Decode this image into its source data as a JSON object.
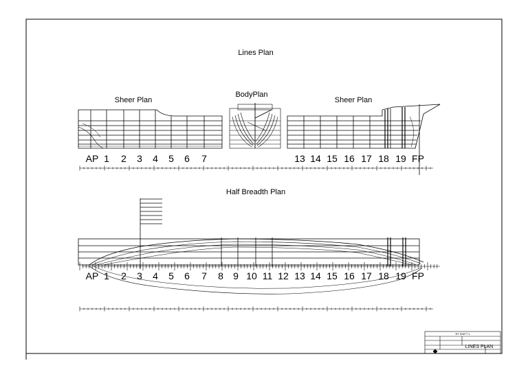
{
  "drawing": {
    "main_title": "Lines Plan",
    "sheer_left_title": "Sheer Plan",
    "body_plan_title": "BodyPlan",
    "sheer_right_title": "Sheer Plan",
    "half_breadth_title": "Half Breadth Plan"
  },
  "stations": {
    "sheer_left": [
      "AP",
      "1",
      "2",
      "3",
      "4",
      "5",
      "6",
      "7"
    ],
    "sheer_right": [
      "13",
      "14",
      "15",
      "16",
      "17",
      "18",
      "19",
      "FP"
    ],
    "half_breadth": [
      "AP",
      "1",
      "2",
      "3",
      "4",
      "5",
      "6",
      "7",
      "8",
      "9",
      "10",
      "11",
      "12",
      "13",
      "14",
      "15",
      "16",
      "17",
      "18",
      "19",
      "FP"
    ]
  },
  "title_block": {
    "sheet_label": "RT SHIFT 1",
    "drawing_name": "LINES PLAN"
  },
  "colors": {
    "line": "#000000",
    "grid": "#444444",
    "background": "#ffffff"
  }
}
